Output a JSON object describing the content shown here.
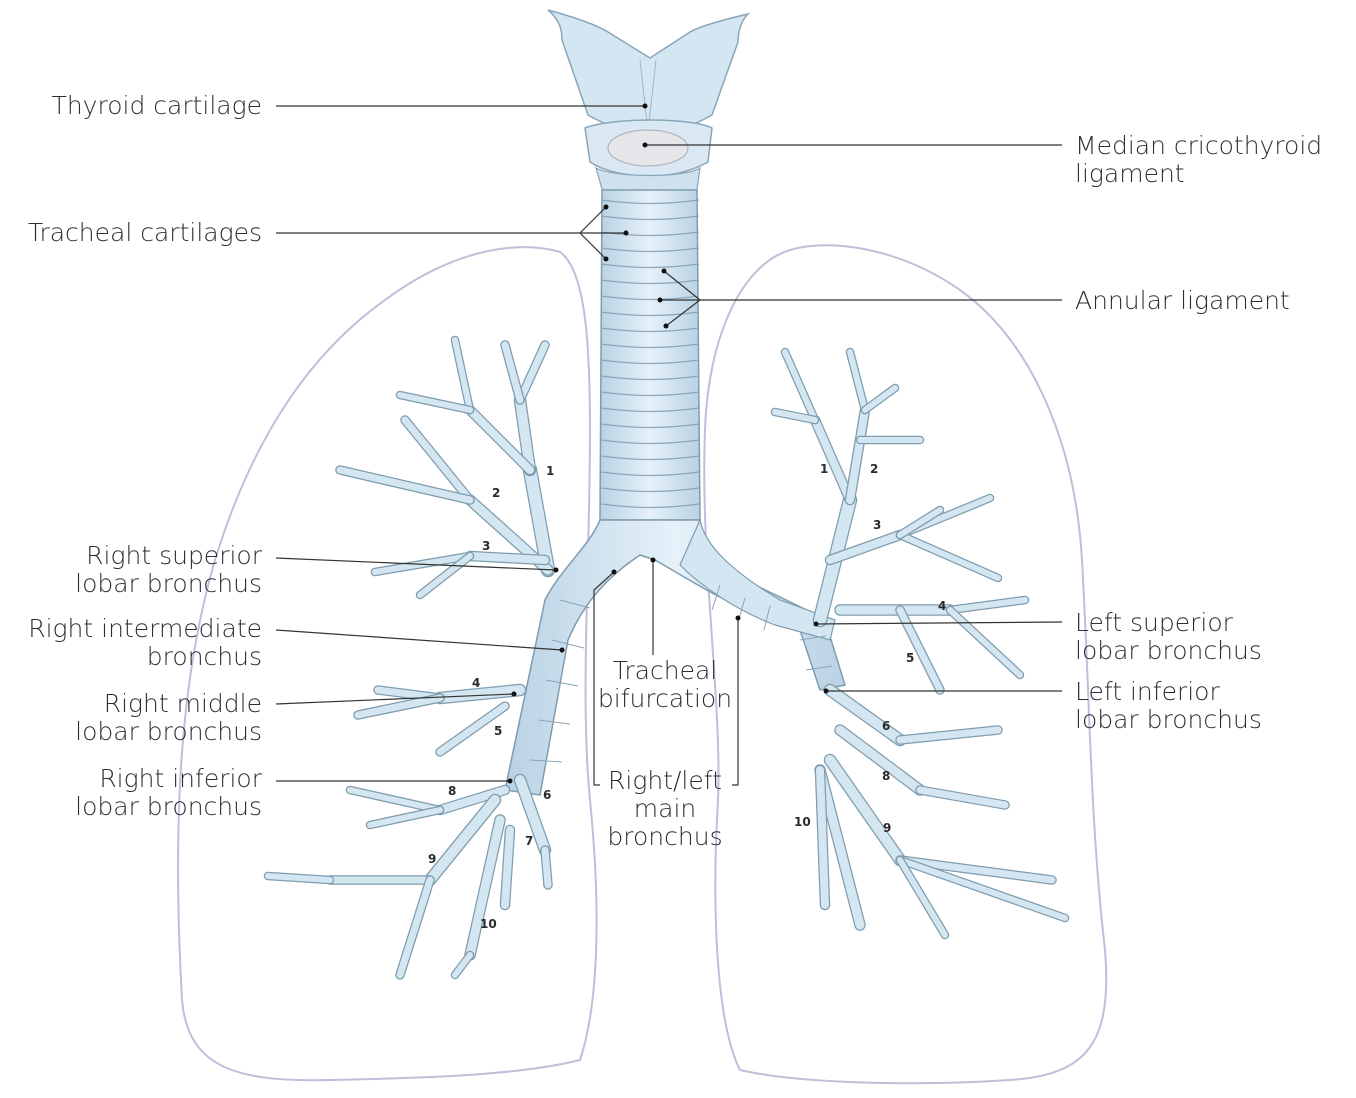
{
  "labels": {
    "thyroid_cartilage": "Thyroid cartilage",
    "median_cricothyroid": "Median cricothyroid\nligament",
    "tracheal_cartilages": "Tracheal cartilages",
    "annular_ligament": "Annular ligament",
    "right_superior": "Right superior\nlobar bronchus",
    "right_intermediate": "Right intermediate\nbronchus",
    "right_middle": "Right middle\nlobar bronchus",
    "right_inferior": "Right inferior\nlobar bronchus",
    "tracheal_bifurcation": "Tracheal\nbifurcation",
    "main_bronchus": "Right/left\nmain\nbronchus",
    "left_superior": "Left superior\nlobar bronchus",
    "left_inferior": "Left inferior\nlobar bronchus"
  },
  "segments_right": [
    "1",
    "2",
    "3",
    "4",
    "5",
    "6",
    "7",
    "8",
    "9",
    "10"
  ],
  "segments_left": [
    "1",
    "2",
    "3",
    "4",
    "5",
    "6",
    "8",
    "9",
    "10"
  ],
  "colors": {
    "airway_fill": "#d4e6f1",
    "airway_outline": "#7f9cae",
    "lung_outline": "#c4bcd9",
    "leader_line": "#333333"
  }
}
